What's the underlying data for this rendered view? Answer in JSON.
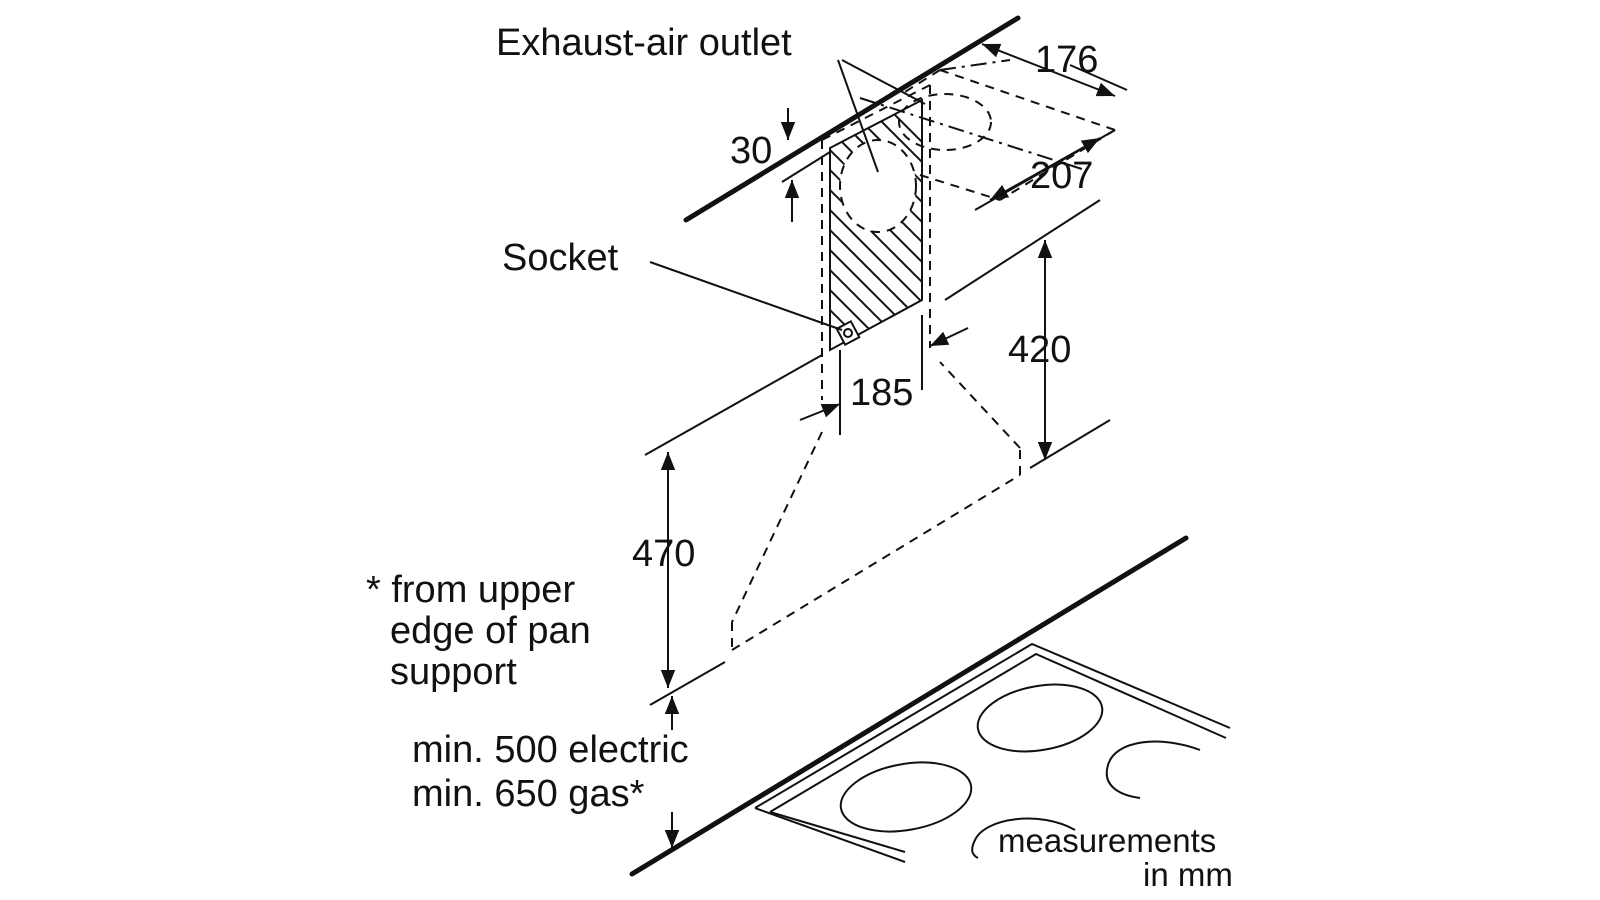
{
  "labels": {
    "exhaust_outlet": "Exhaust-air outlet",
    "socket": "Socket",
    "note_line1": "* from upper",
    "note_line2": "edge of pan",
    "note_line3": "support",
    "min_electric": "min. 500 electric",
    "min_gas": "min. 650 gas*",
    "units_line1": "measurements",
    "units_line2": "in mm"
  },
  "dimensions": {
    "outlet_offset": "30",
    "outlet_depth": "176",
    "outlet_width": "207",
    "socket_zone_width": "185",
    "chimney_height": "420",
    "hood_height": "470"
  }
}
